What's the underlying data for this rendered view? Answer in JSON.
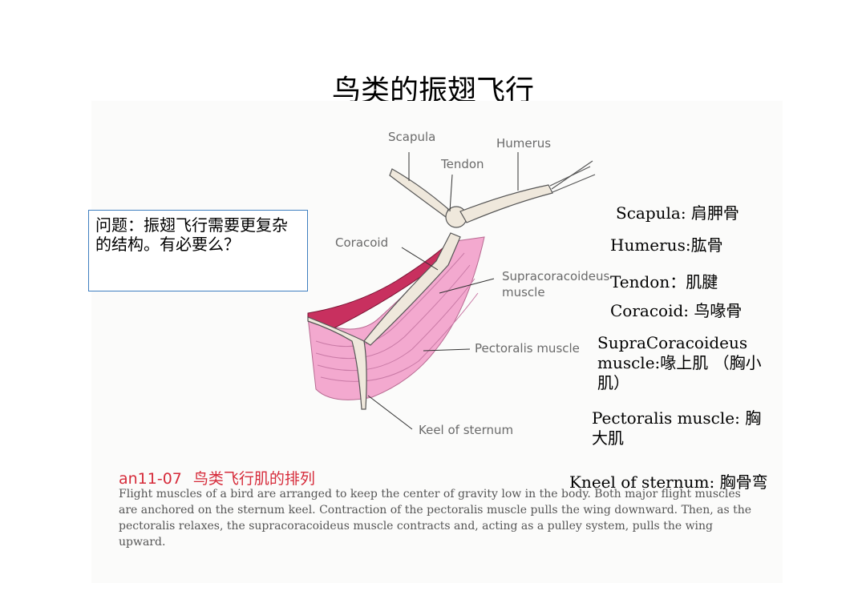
{
  "title": "鸟类的振翅飞行",
  "question": "问题：振翅飞行需要更复杂的结构。有必要么？",
  "diagram_labels": {
    "scapula": "Scapula",
    "humerus": "Humerus",
    "tendon": "Tendon",
    "coracoid": "Coracoid",
    "supracoracoideus_line1": "Supracoracoideus",
    "supracoracoideus_line2": "muscle",
    "pectoralis": "Pectoralis muscle",
    "keel": "Keel of sternum"
  },
  "glossary": {
    "scapula": "Scapula: 肩胛骨",
    "humerus": "Humerus:肱骨",
    "tendon": "Tendon：肌腱",
    "coracoid": "Coracoid: 鸟喙骨",
    "supracoracoideus": "SupraCoracoideus muscle:喙上肌 （胸小肌）",
    "pectoralis": "Pectoralis muscle: 胸大肌",
    "keel": "Kneel of sternum: 胸骨弯"
  },
  "caption": {
    "code": "an11-07",
    "heading": "鸟类飞行肌的排列",
    "body": "Flight muscles of a bird are arranged to keep the center of gravity low in the body. Both major flight muscles are anchored on the sternum keel. Contraction of the pectoralis muscle pulls the wing downward. Then, as the pectoralis relaxes, the supracoracoideus muscle contracts and, acting as a pulley system, pulls the wing upward."
  },
  "colors": {
    "question_border": "#3f7fc0",
    "caption_heading": "#d62b3a",
    "pectoralis_fill": "#f3a9cf",
    "supracoracoideus_fill": "#c8305f"
  }
}
